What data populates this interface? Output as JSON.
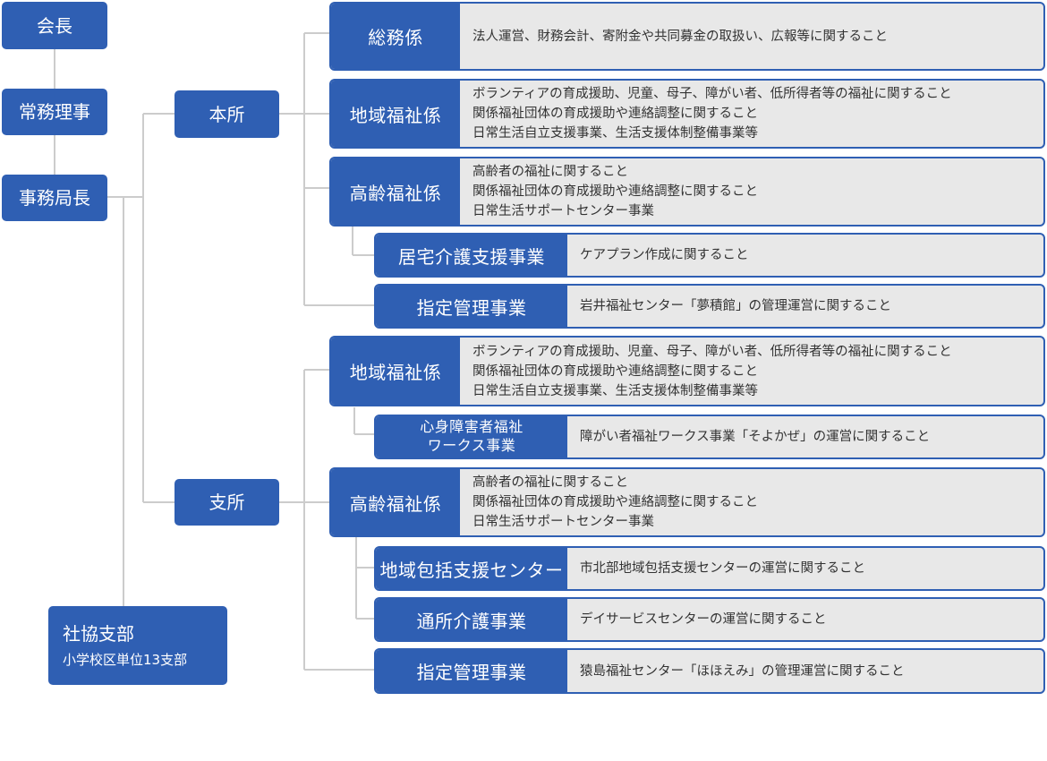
{
  "colors": {
    "node_fill": "#2f5fb3",
    "desc_fill": "#e8e8e8",
    "line": "#cccccc",
    "desc_text": "#333333"
  },
  "leadership": {
    "chairman": "会長",
    "executive_director": "常務理事",
    "secretary_general": "事務局長"
  },
  "branches": {
    "main_office": "本所",
    "branch_office": "支所"
  },
  "shikyo": {
    "title": "社協支部",
    "subtitle": "小学校区単位13支部"
  },
  "main_office_units": {
    "general_affairs": {
      "label": "総務係",
      "desc": [
        "法人運営、財務会計、寄附金や共同募金の取扱い、広報等に関すること"
      ]
    },
    "community_welfare": {
      "label": "地域福祉係",
      "desc": [
        "ボランティアの育成援助、児童、母子、障がい者、低所得者等の福祉に関すること",
        "関係福祉団体の育成援助や連絡調整に関すること",
        "日常生活自立支援事業、生活支援体制整備事業等"
      ]
    },
    "elderly_welfare": {
      "label": "高齢福祉係",
      "desc": [
        "高齢者の福祉に関すること",
        "関係福祉団体の育成援助や連絡調整に関すること",
        "日常生活サポートセンター事業"
      ]
    },
    "home_care_support": {
      "label": "居宅介護支援事業",
      "desc": [
        "ケアプラン作成に関すること"
      ]
    },
    "designated_management": {
      "label": "指定管理事業",
      "desc": [
        "岩井福祉センター「夢積館」の管理運営に関すること"
      ]
    }
  },
  "branch_office_units": {
    "community_welfare": {
      "label": "地域福祉係",
      "desc": [
        "ボランティアの育成援助、児童、母子、障がい者、低所得者等の福祉に関すること",
        "関係福祉団体の育成援助や連絡調整に関すること",
        "日常生活自立支援事業、生活支援体制整備事業等"
      ]
    },
    "disability_works": {
      "label_line1": "心身障害者福祉",
      "label_line2": "ワークス事業",
      "desc": [
        "障がい者福祉ワークス事業「そよかぜ」の運営に関すること"
      ]
    },
    "elderly_welfare": {
      "label": "高齢福祉係",
      "desc": [
        "高齢者の福祉に関すること",
        "関係福祉団体の育成援助や連絡調整に関すること",
        "日常生活サポートセンター事業"
      ]
    },
    "community_support_center": {
      "label": "地域包括支援センター",
      "desc": [
        "市北部地域包括支援センターの運営に関すること"
      ]
    },
    "day_care": {
      "label": "通所介護事業",
      "desc": [
        "デイサービスセンターの運営に関すること"
      ]
    },
    "designated_management": {
      "label": "指定管理事業",
      "desc": [
        "猿島福祉センター「ほほえみ」の管理運営に関すること"
      ]
    }
  }
}
